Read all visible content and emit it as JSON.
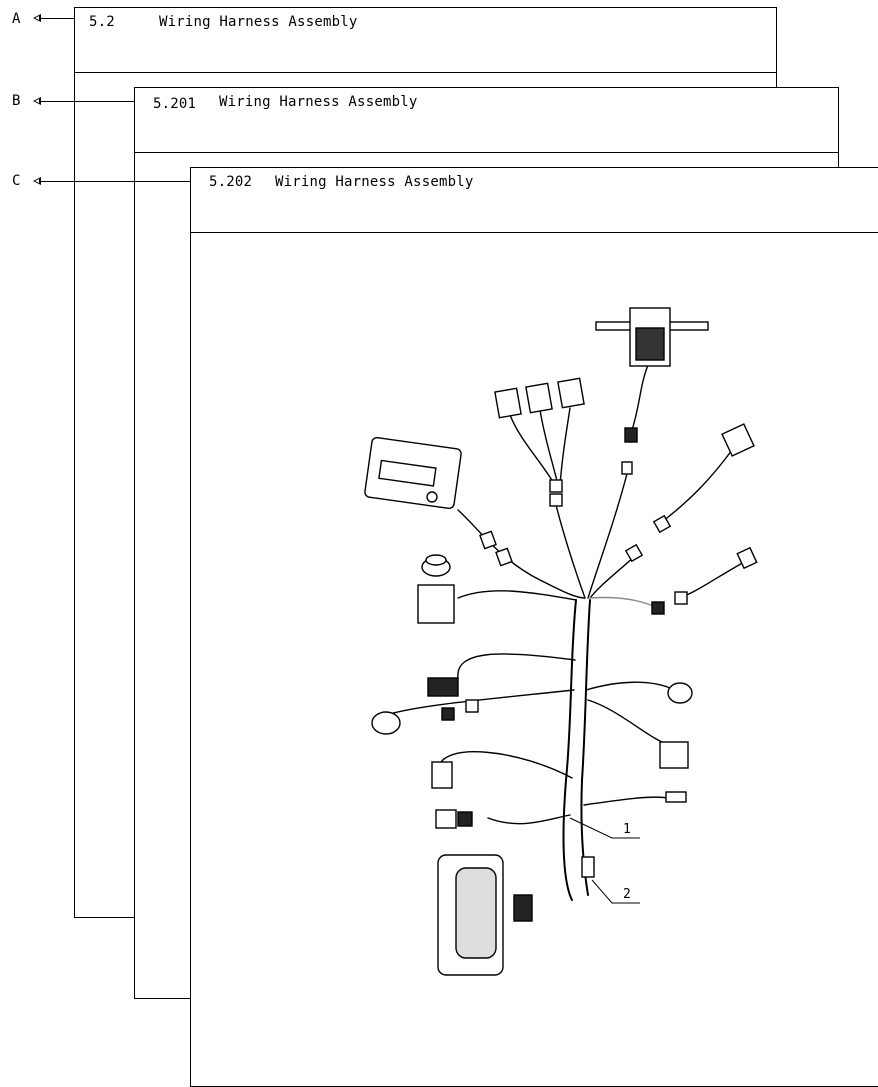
{
  "sections": [
    {
      "letter": "A",
      "number": "5.2",
      "title": "Wiring Harness Assembly"
    },
    {
      "letter": "B",
      "number": "5.201",
      "title": "Wiring Harness Assembly"
    },
    {
      "letter": "C",
      "number": "5.202",
      "title": "Wiring Harness Assembly"
    }
  ],
  "drawing": {
    "callouts": [
      {
        "number": "1"
      },
      {
        "number": "2"
      }
    ]
  }
}
